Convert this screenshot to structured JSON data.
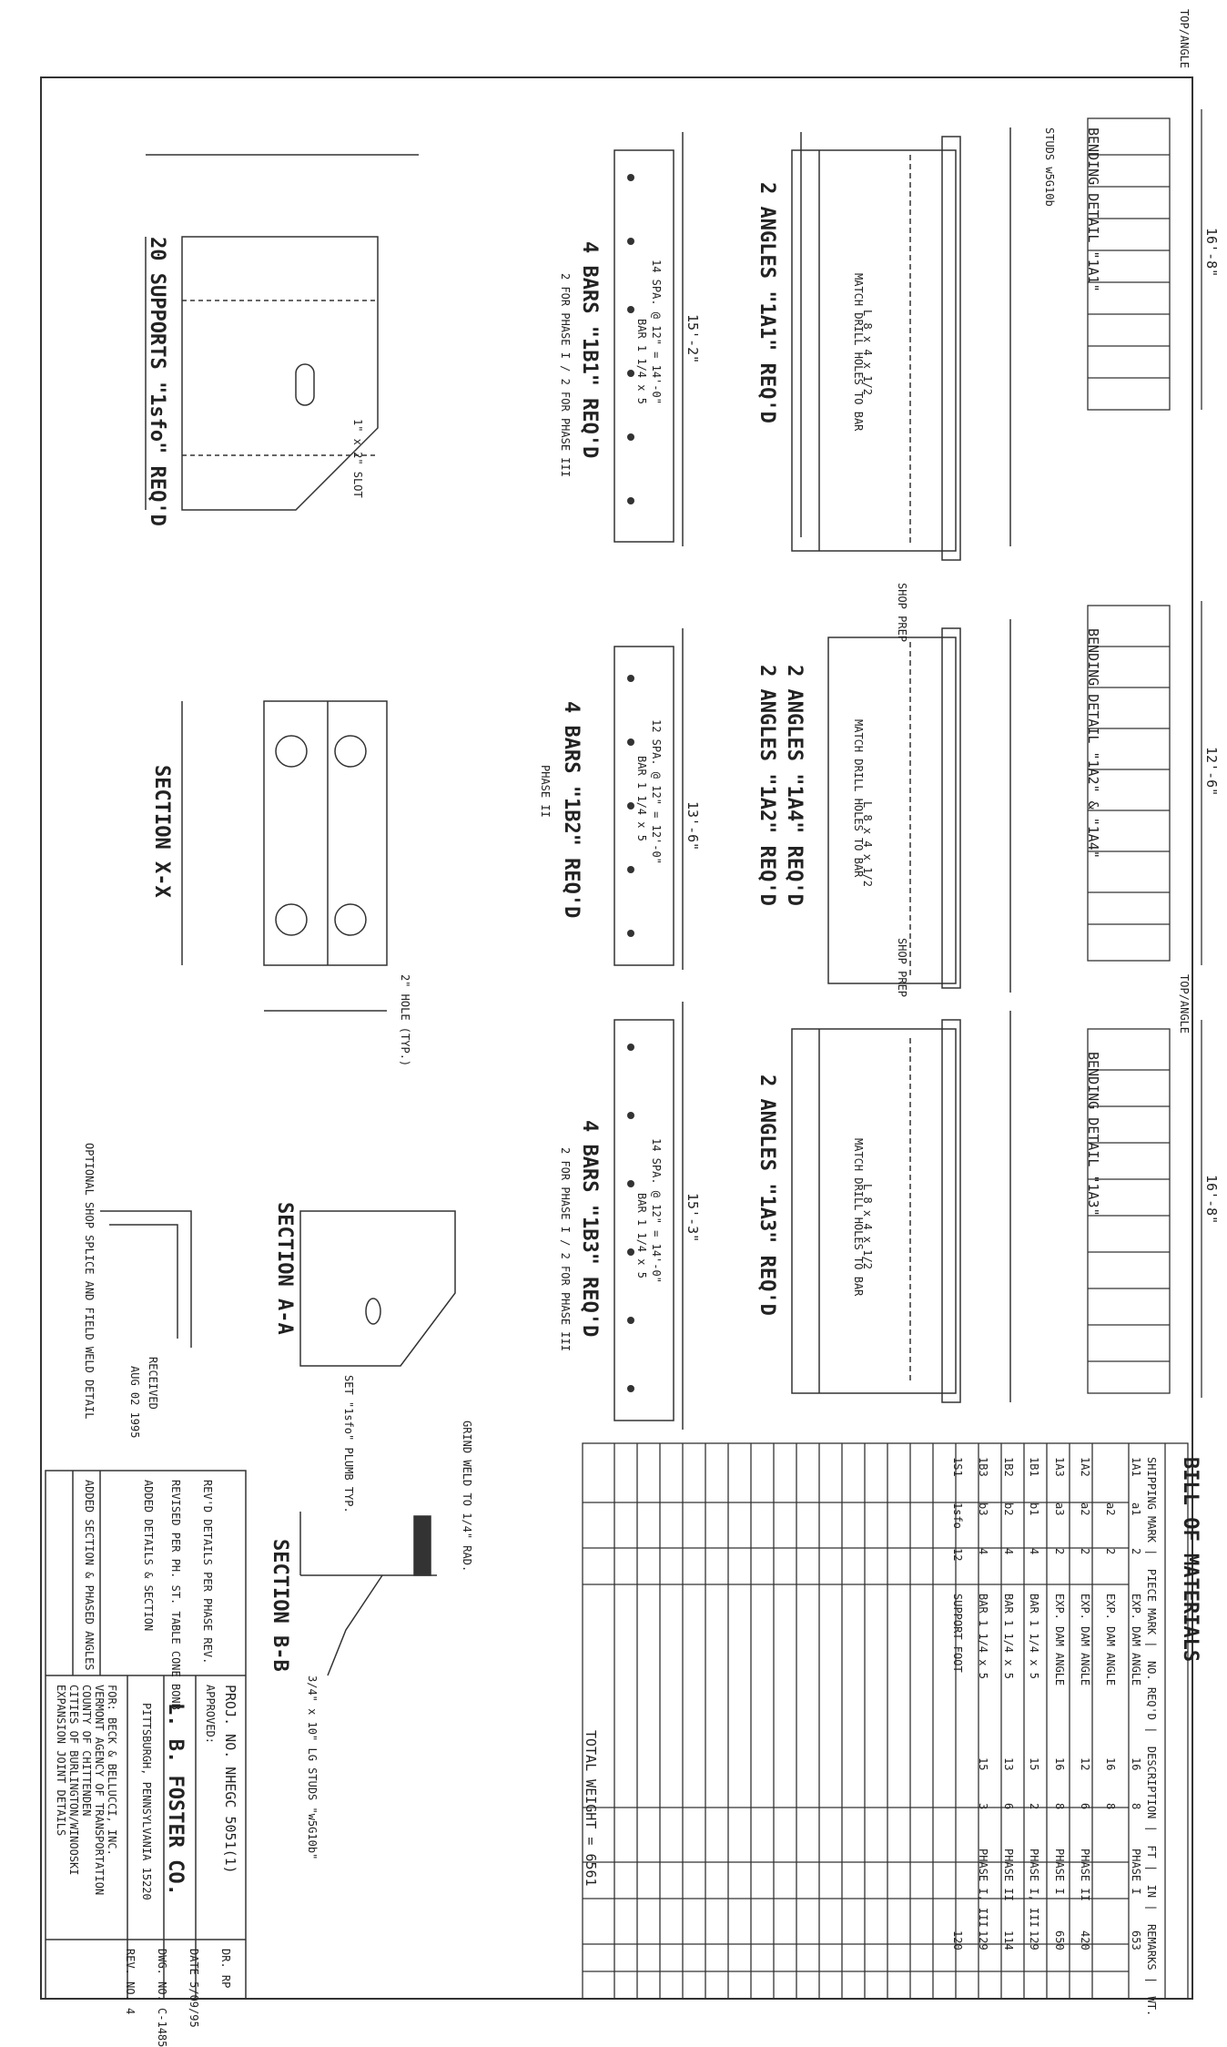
{
  "bom": {
    "title": "BILL OF MATERIALS",
    "headers": [
      "SHIPPING MARK",
      "PIECE MARK",
      "NO. REQ'D",
      "DESCRIPTION",
      "FT",
      "IN",
      "REMARKS",
      "WT."
    ],
    "rows": [
      {
        "ship": "1A1",
        "piece": "a1",
        "qty": "2",
        "desc": "EXP. DAM ANGLE",
        "ft": "16",
        "in": "8",
        "remarks": "PHASE I",
        "wt": "653"
      },
      {
        "ship": "",
        "piece": "a2",
        "qty": "2",
        "desc": "EXP. DAM ANGLE",
        "ft": "16",
        "in": "8",
        "remarks": "",
        "wt": ""
      },
      {
        "ship": "1A2",
        "piece": "a2",
        "qty": "2",
        "desc": "EXP. DAM ANGLE",
        "ft": "12",
        "in": "6",
        "remarks": "PHASE II",
        "wt": "420"
      },
      {
        "ship": "1A3",
        "piece": "a3",
        "qty": "2",
        "desc": "EXP. DAM ANGLE",
        "ft": "16",
        "in": "8",
        "remarks": "PHASE I",
        "wt": "650"
      },
      {
        "ship": "1B1",
        "piece": "b1",
        "qty": "4",
        "desc": "BAR 1 1/4 x 5",
        "ft": "15",
        "in": "2",
        "remarks": "PHASE I, III",
        "wt": "129"
      },
      {
        "ship": "1B2",
        "piece": "b2",
        "qty": "4",
        "desc": "BAR 1 1/4 x 5",
        "ft": "13",
        "in": "6",
        "remarks": "PHASE II",
        "wt": "114"
      },
      {
        "ship": "1B3",
        "piece": "b3",
        "qty": "4",
        "desc": "BAR 1 1/4 x 5",
        "ft": "15",
        "in": "3",
        "remarks": "PHASE I, III",
        "wt": "129"
      },
      {
        "ship": "1S1",
        "piece": "1sfo",
        "qty": "12",
        "desc": "SUPPORT FOOT",
        "ft": "",
        "in": "",
        "remarks": "",
        "wt": "120"
      }
    ],
    "total": "TOTAL WEIGHT = 6561"
  },
  "title_block": {
    "company": "L. B. FOSTER CO.",
    "address": "PITTSBURGH, PENNSYLVANIA 15220",
    "proj": "PROJ. NO. NHEGC 5051(1)",
    "approved": "APPROVED:",
    "for_lines": [
      "FOR: BECK & BELLUCCI, INC.",
      "VERMONT AGENCY OF TRANSPORTATION",
      "COUNTY OF CHITTENDEN",
      "CITIES OF BURLINGTON/WINOOSKI",
      "EXPANSION JOINT DETAILS"
    ],
    "drawn": "DR. RP",
    "date": "DATE 5/09/95",
    "dwg": "DWG. NO. C-1485",
    "rev": "REV. NO. 4"
  },
  "revisions": [
    "REV'D DETAILS PER PHASE REV.",
    "REVISED PER PH. ST. TABLE CONE BONB",
    "ADDED DETAILS & SECTION",
    "ADDED SECTION & PHASED ANGLES"
  ],
  "details": {
    "angles_1a1": "2 ANGLES \"1A1\" REQ'D",
    "angles_1a2": "2 ANGLES \"1A2\" REQ'D",
    "angles_1a4": "2 ANGLES \"1A4\" REQ'D",
    "angles_1a3": "2 ANGLES \"1A3\" REQ'D",
    "bars_1b1": "4 BARS \"1B1\" REQ'D",
    "bars_1b1_sub": "2 FOR PHASE I / 2 FOR PHASE III",
    "bars_1b2": "4 BARS \"1B2\" REQ'D",
    "bars_1b2_sub": "PHASE II",
    "bars_1b3": "4 BARS \"1B3\" REQ'D",
    "bars_1b3_sub": "2 FOR PHASE I / 2 FOR PHASE III",
    "supports": "20 SUPPORTS \"1sfo\" REQ'D",
    "section_xx": "SECTION X-X",
    "section_aa": "SECTION A-A",
    "section_bb": "SECTION B-B",
    "optional_splice": "OPTIONAL SHOP SPLICE AND FIELD WELD DETAIL",
    "bending_1a1": "BENDING DETAIL \"1A1\"",
    "bending_1a2": "BENDING DETAIL \"1A2\" & \"1A4\"",
    "bending_1a3": "BENDING DETAIL \"1A3\"",
    "studs": "STUDS w5G10b",
    "top_angle": "TOP/ANGLE",
    "dim_16_8": "16'-8\"",
    "dim_12_6": "12'-6\"",
    "dim_16_8b": "16'-8\"",
    "dim_15_2": "15'-2\"",
    "dim_13_6": "13'-6\"",
    "dim_15_3": "15'-3\"",
    "spa_1b1": "14 SPA. @ 12\" = 14'-0\"",
    "spa_1b2": "12 SPA. @ 12\" = 12'-0\"",
    "spa_1b3": "14 SPA. @ 12\" = 14'-0\"",
    "bar_label": "BAR 1 1/4 x 5",
    "angle_label": "L 8 x 4 x 1/2",
    "match_drill": "MATCH DRILL HOLES TO BAR",
    "shop_prep": "SHOP PREP",
    "slot": "1\" x 2\" SLOT",
    "hole": "2\" HOLE (TYP.)",
    "grind": "GRIND WELD TO 1/4\" RAD.",
    "studs_note": "3/4\" x 10\" LG STUDS \"w5G10b\"",
    "set_plumb": "SET \"1sfo\" PLUMB TYP.",
    "received": "RECEIVED",
    "received_date": "AUG 02 1995"
  }
}
